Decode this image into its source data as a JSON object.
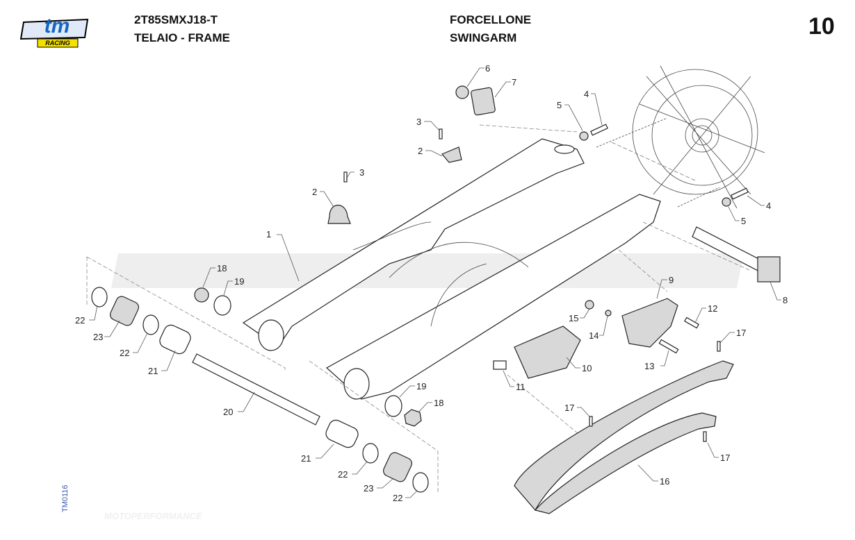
{
  "header": {
    "brand_logo_text": "tm",
    "brand_logo_sub": "RACING",
    "model_code": "2T85SMXJ18-T",
    "section": "TELAIO - FRAME",
    "group_it": "FORCELLONE",
    "group_en": "SWINGARM",
    "page_number": "10"
  },
  "watermark": "MOTOPERFORMANCE",
  "drawing_code": "TM0116",
  "callouts": [
    "1",
    "2",
    "2",
    "3",
    "3",
    "4",
    "4",
    "5",
    "5",
    "6",
    "7",
    "8",
    "9",
    "10",
    "11",
    "12",
    "13",
    "14",
    "15",
    "16",
    "17",
    "17",
    "17",
    "18",
    "18",
    "19",
    "19",
    "20",
    "21",
    "21",
    "22",
    "22",
    "22",
    "22",
    "23",
    "23"
  ],
  "colors": {
    "logo_blue": "#1565c0",
    "logo_yellow": "#f5e100",
    "code_blue": "#3a5aa8"
  }
}
